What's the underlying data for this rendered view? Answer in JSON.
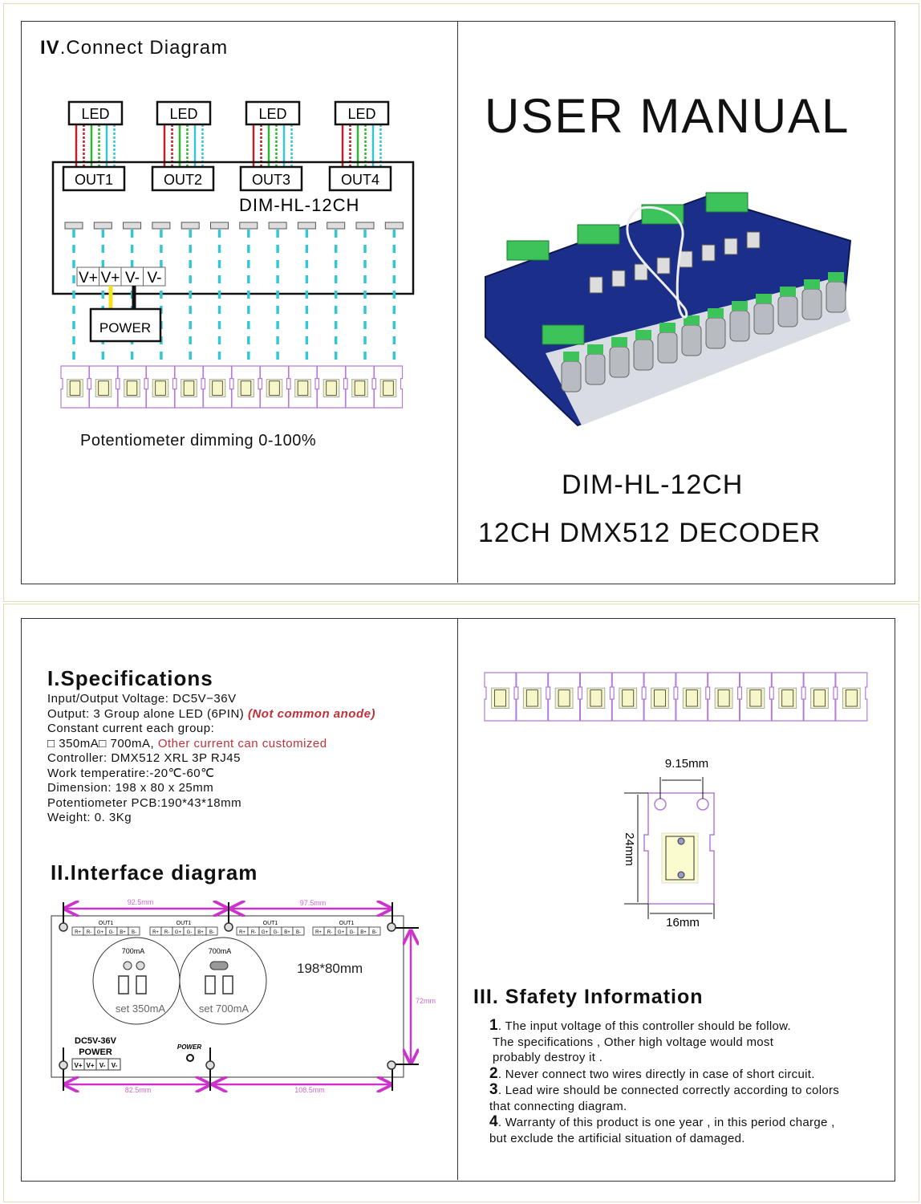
{
  "colors": {
    "wire_red": "#c0202a",
    "wire_green": "#2cb830",
    "wire_cyan": "#33c7d6",
    "dimension": "#cc33cc",
    "pot_outline": "#b57bd6",
    "pcb_blue": "#1b2f8a",
    "terminal_green": "#3cc35a",
    "warning_red": "#c0303a"
  },
  "connect": {
    "title_roman": "IV",
    "title_text": ".Connect Diagram",
    "led_label": "LED",
    "outputs": [
      "OUT1",
      "OUT2",
      "OUT3",
      "OUT4"
    ],
    "model": "DIM-HL-12CH",
    "terminals": [
      "V+",
      "V+",
      "V-",
      "V-"
    ],
    "power_label": "POWER",
    "caption": "Potentiometer dimming  0-100%"
  },
  "cover": {
    "title": "USER MANUAL",
    "model": "DIM-HL-12CH",
    "subtitle": "12CH DMX512 DECODER"
  },
  "specifications": {
    "title": "I.Specifications",
    "lines": [
      "Input/Output Voltage: DC5V−36V",
      "Constant current  each group:",
      "Controller: DMX512 XRL 3P  RJ45",
      "Work temperatire:-20℃-60℃",
      "Dimension: 198 x 80 x 25mm",
      "Potentiometer  PCB:190*43*18mm",
      "Weight: 0. 3Kg"
    ],
    "output_line": "Output: 3 Group alone  LED (6PIN) ",
    "output_note": "(Not common anode)",
    "current_options": "□ 350mA□ 700mA, ",
    "current_note": "Other current can customized"
  },
  "interface": {
    "title": "II.Interface diagram",
    "dim_top_left": "92.5mm",
    "dim_top_right": "97.5mm",
    "dim_bottom_left": "82.5mm",
    "dim_bottom_right": "108.5mm",
    "dim_height": "72mm",
    "board_size": "198*80mm",
    "out_label": "OUT1",
    "pins": [
      "R+",
      "R-",
      "G+",
      "G-",
      "B+",
      "B-"
    ],
    "jumper_label": "700mA",
    "set_350": "set 350mA",
    "set_700": "set 700mA",
    "supply_voltage": "DC5V-36V",
    "supply_label": "POWER",
    "power_pins": [
      "V+",
      "V+",
      "V-",
      "V-"
    ],
    "power_led_label": "POWER"
  },
  "pot_module": {
    "width_label": "9.15mm",
    "height_label": "24mm",
    "base_label": "16mm"
  },
  "safety": {
    "title": "III. Sfafety Information",
    "items": [
      {
        "num": "1",
        "lines": [
          ". The input voltage of this controller should be follow.",
          "The specifications , Other high voltage would most",
          "probably destroy it ."
        ]
      },
      {
        "num": "2",
        "lines": [
          ". Never connect two wires directly in case of short circuit."
        ]
      },
      {
        "num": "3",
        "lines": [
          ". Lead wire should be connected correctly according to colors",
          "that connecting diagram."
        ]
      },
      {
        "num": "4",
        "lines": [
          ". Warranty of this product is one year , in this period charge ,",
          "but exclude the artificial situation of damaged."
        ]
      }
    ]
  }
}
